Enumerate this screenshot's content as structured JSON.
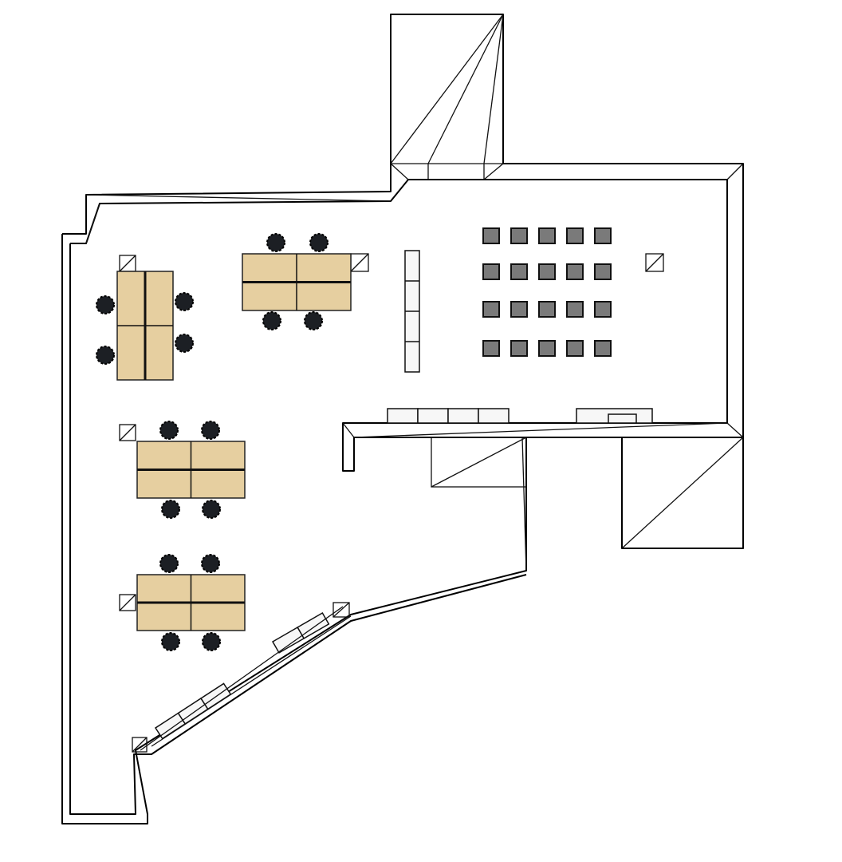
{
  "plan": {
    "colors": {
      "background": "#ffffff",
      "wall": "#000000",
      "desk": "#e6cfa0",
      "office_chair": "#1c1f24",
      "audience_seat": "#7a7a7a",
      "cabinet": "#f7f7f7"
    },
    "elements": {
      "desk_groups": [
        "desk-group",
        "desk-group",
        "desk-group",
        "desk-group"
      ],
      "seating_rows": 4,
      "seats_per_row": 5
    }
  }
}
